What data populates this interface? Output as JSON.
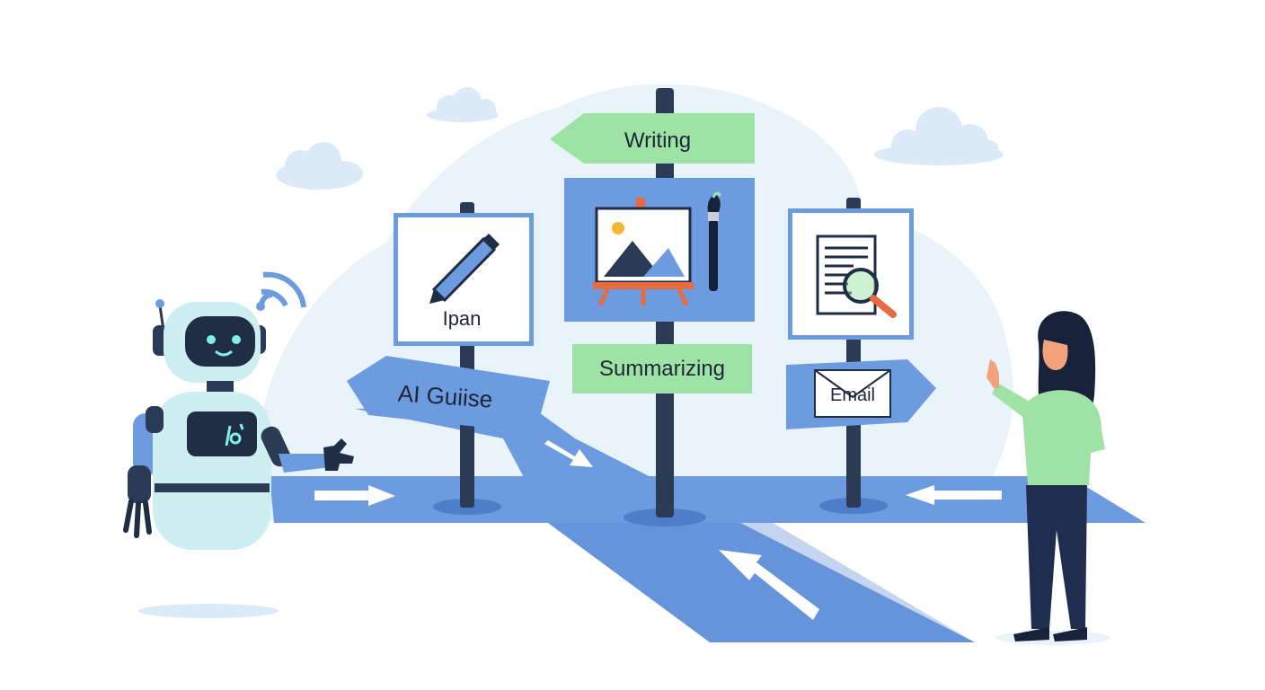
{
  "signs": {
    "writing": "Writing",
    "ipan": "Ipan",
    "ai_guise": "AI Guiise",
    "summarizing": "Summarizing",
    "email": "Email"
  },
  "colors": {
    "road": "#6d9be0",
    "road_dark": "#5a88d0",
    "green_sign": "#9ee3a5",
    "blue_panel": "#6d9be0",
    "post": "#2b3a55",
    "robot_body": "#cdeff1",
    "robot_accent": "#6d9be0",
    "robot_face": "#1f2d45",
    "robot_eyes": "#7ef0e8",
    "person_shirt": "#9ee3a5",
    "person_pants": "#1f2d4f",
    "person_hair": "#17213a",
    "skin": "#f3a37c",
    "cloud": "#dbeaf6",
    "backdrop": "#e8f3fa"
  },
  "icons": [
    "pen-icon",
    "easel-painting-icon",
    "paintbrush-icon",
    "document-magnifier-icon",
    "envelope-icon",
    "wifi-signal-icon"
  ]
}
